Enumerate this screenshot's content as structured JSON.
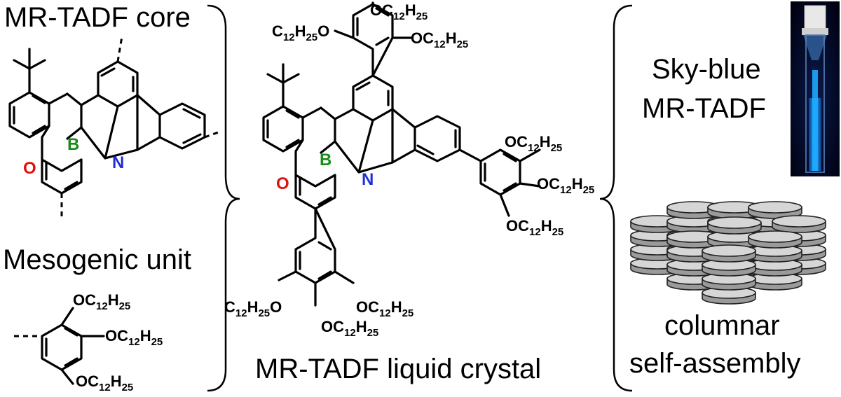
{
  "labels": {
    "core_title": "MR-TADF core",
    "mesogen_title": "Mesogenic unit",
    "lc_title": "MR-TADF liquid crystal",
    "emission_line1": "Sky-blue",
    "emission_line2": "MR-TADF",
    "assembly_line1": "columnar",
    "assembly_line2": "self-assembly"
  },
  "atoms": {
    "boron": "B",
    "nitrogen": "N",
    "oxygen": "O"
  },
  "substituents": {
    "oc_prefix": "OC",
    "c_prefix": "C",
    "h": "H",
    "o_suffix": "O",
    "sub12": "12",
    "sub25": "25"
  },
  "colors": {
    "boron": "#1a8c1a",
    "nitrogen": "#1f2fd6",
    "oxygen": "#e01010",
    "emission": "#1ea8ff"
  }
}
